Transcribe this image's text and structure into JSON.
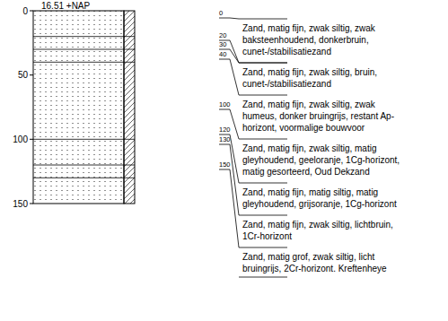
{
  "diagram": {
    "labels": [
      "16.51 +NAP",
      "0",
      "50",
      "100",
      "150",
      "0",
      "20",
      "30",
      "40",
      "100",
      "120",
      "130",
      "150",
      "Zand, matig fijn, zwak siltig, zwak baksteenhoudend, donkerbruin, cunet-/stabilisatiezand",
      "Zand, matig fijn, zwak siltig, bruin, cunet-/stabilisatiezand",
      "Zand, matig fijn, zwak siltig, zwak humeus, donker bruingrijs, restant Ap-horizont, voormalige bouwvoor",
      "Zand, matig fijn, zwak siltig, matig gleyhoudend, geeloranje, 1Cg-horizont, matig gesorteerd, Oud Dekzand",
      "Zand, matig fijn, matig siltig, matig gleyhoudend, grijsoranje, 1Cg-horizont",
      "Zand, matig fijn, zwak siltig, lichtbruin, 1Cr-horizont",
      "Zand, matig grof, zwak siltig, licht bruingrijs, 2Cr-horizont. Kreftenheye"
    ]
  }
}
